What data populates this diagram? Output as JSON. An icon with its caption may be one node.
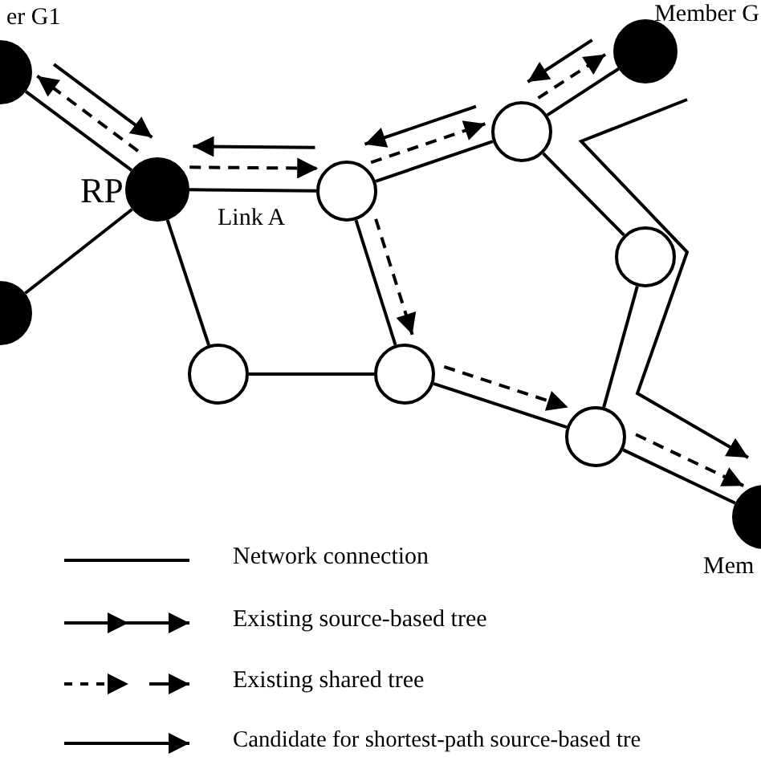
{
  "diagram": {
    "nodes": [
      {
        "text": [],
        "shape": "circle",
        "beside": [
          "er G1"
        ]
      },
      {
        "text": [],
        "shape": "circle",
        "beside": [
          "RP"
        ]
      },
      {
        "text": [],
        "shape": "circle"
      },
      {
        "text": [],
        "shape": "circle"
      },
      {
        "text": [],
        "shape": "circle"
      },
      {
        "text": [],
        "shape": "circle",
        "beside": [
          "Member G"
        ]
      },
      {
        "text": [],
        "shape": "circle"
      },
      {
        "text": [],
        "shape": "circle"
      },
      {
        "text": [],
        "shape": "circle"
      },
      {
        "text": [],
        "shape": "circle"
      },
      {
        "text": [],
        "shape": "circle",
        "beside": [
          "Mem"
        ]
      }
    ],
    "edges": [
      {
        "from": 0,
        "to": 1,
        "arrow": "none"
      },
      {
        "from": 1,
        "to": 2,
        "arrow": "none"
      },
      {
        "from": 1,
        "to": 3,
        "arrow": "none",
        "label": "Link A"
      },
      {
        "from": 1,
        "to": 7,
        "arrow": "none"
      },
      {
        "from": 3,
        "to": 4,
        "arrow": "none"
      },
      {
        "from": 3,
        "to": 8,
        "arrow": "none"
      },
      {
        "from": 4,
        "to": 5,
        "arrow": "none"
      },
      {
        "from": 4,
        "to": 6,
        "arrow": "none"
      },
      {
        "from": 6,
        "to": 9,
        "arrow": "none"
      },
      {
        "from": 7,
        "to": 8,
        "arrow": "none"
      },
      {
        "from": 8,
        "to": 9,
        "arrow": "none"
      },
      {
        "from": 9,
        "to": 10,
        "arrow": "none"
      },
      {
        "from": 0,
        "to": 1,
        "arrow": "to"
      },
      {
        "from": 3,
        "to": 1,
        "arrow": "to"
      },
      {
        "from": 4,
        "to": 3,
        "arrow": "to"
      },
      {
        "from": 5,
        "to": 4,
        "arrow": "to"
      },
      {
        "from": 1,
        "to": 0,
        "arrow": "to",
        "style": "dashed"
      },
      {
        "from": 1,
        "to": 3,
        "arrow": "to",
        "style": "dashed"
      },
      {
        "from": 3,
        "to": 4,
        "arrow": "to",
        "style": "dashed"
      },
      {
        "from": 4,
        "to": 5,
        "arrow": "to",
        "style": "dashed"
      },
      {
        "from": 3,
        "to": 8,
        "arrow": "to",
        "style": "dashed"
      },
      {
        "from": 8,
        "to": 9,
        "arrow": "to",
        "style": "dashed"
      },
      {
        "from": 9,
        "to": 10,
        "arrow": "to",
        "style": "dashed"
      },
      {
        "from": 5,
        "to": 10,
        "arrow": "to"
      }
    ],
    "legend": [
      {
        "text": "Network connection"
      },
      {
        "text": "Existing source-based tree"
      },
      {
        "text": "Existing shared tree"
      },
      {
        "text": "Candidate for shortest-path source-based tre"
      }
    ]
  }
}
